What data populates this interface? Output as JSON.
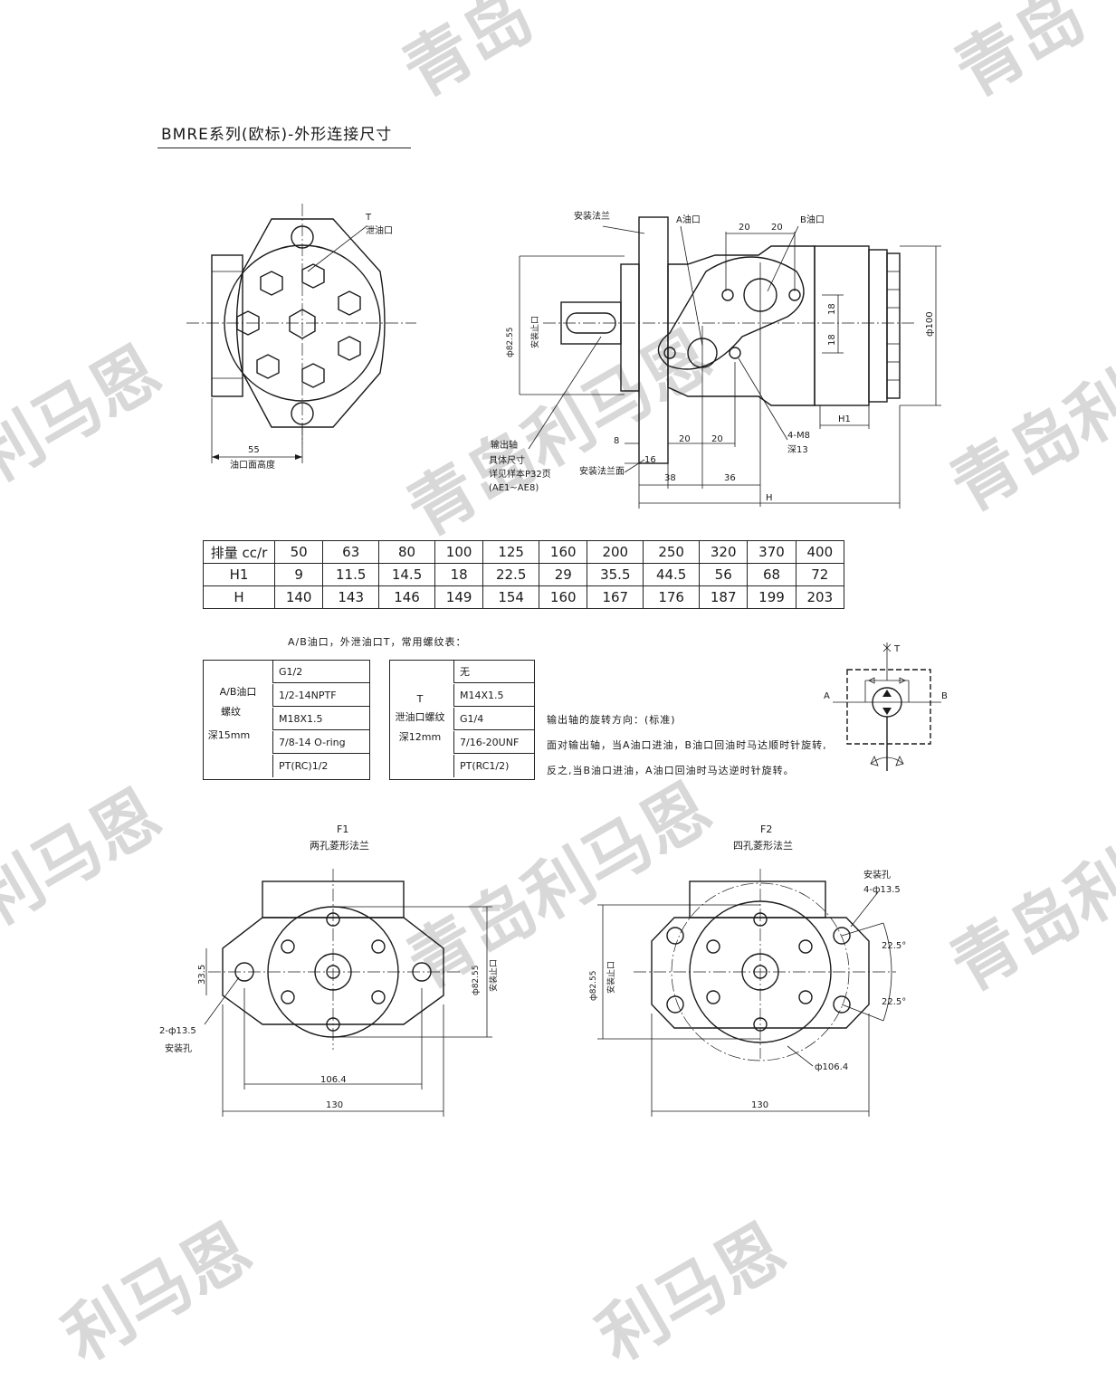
{
  "title": "BMRE系列(欧标)-外形连接尺寸",
  "watermarks": [
    "青岛",
    "青岛",
    "利马恩",
    "青岛利马恩",
    "青岛利",
    "利马恩",
    "青岛利马恩",
    "青岛利",
    "利马恩",
    "利马恩"
  ],
  "front_view": {
    "t_label": "T",
    "t_sublabel": "泄油口",
    "dim_55": "55",
    "oil_face_label": "油口面高度"
  },
  "side_view": {
    "mount_flange": "安装法兰",
    "a_port": "A油口",
    "b_port": "B油口",
    "dim_20_a": "20",
    "dim_20_b": "20",
    "dim_18_a": "18",
    "dim_18_b": "18",
    "dim_100": "ф100",
    "dim_h1": "H1",
    "dim_8": "8",
    "dim_16": "16",
    "dim_20_c": "20",
    "dim_20_d": "20",
    "dim_38": "38",
    "dim_36": "36",
    "dim_h": "H",
    "bolt_label": "4-M8",
    "bolt_depth": "深13",
    "pilot_dim": "ф82.55",
    "pilot_label": "安装止口",
    "output_shaft": "输出轴",
    "shaft_note_1": "具体尺寸",
    "shaft_note_2": "详见样本P32页",
    "shaft_note_3": "(AE1~AE8)",
    "flange_face": "安装法兰面"
  },
  "displacement_table": {
    "rows": [
      [
        "排量 cc/r",
        "50",
        "63",
        "80",
        "100",
        "125",
        "160",
        "200",
        "250",
        "320",
        "370",
        "400"
      ],
      [
        "H1",
        "9",
        "11.5",
        "14.5",
        "18",
        "22.5",
        "29",
        "35.5",
        "44.5",
        "56",
        "68",
        "72"
      ],
      [
        "H",
        "140",
        "143",
        "146",
        "149",
        "154",
        "160",
        "167",
        "176",
        "187",
        "199",
        "203"
      ]
    ]
  },
  "thread_caption": "A/B油口，外泄油口T，常用螺纹表：",
  "ab_port": {
    "label_1": "A/B油口",
    "label_2": "螺纹",
    "label_3": "深15mm",
    "options": [
      "G1/2",
      "1/2-14NPTF",
      "M18X1.5",
      "7/8-14 O-ring",
      "PT(RC)1/2"
    ]
  },
  "t_port": {
    "label_1": "T",
    "label_2": "泄油口螺纹",
    "label_3": "深12mm",
    "options": [
      "无",
      "M14X1.5",
      "G1/4",
      "7/16-20UNF",
      "PT(RC1/2)"
    ]
  },
  "rotation": {
    "line_1": "输出轴的旋转方向：(标准)",
    "line_2": "面对输出轴，当A油口进油，B油口回油时马达顺时针旋转,",
    "line_3": "反之,当B油口进油，A油口回油时马达逆时针旋转。"
  },
  "symbol": {
    "t": "T",
    "a": "A",
    "b": "B"
  },
  "f1": {
    "code": "F1",
    "name": "两孔菱形法兰",
    "dim_335": "33.5",
    "holes": "2-ф13.5",
    "holes_label": "安装孔",
    "dim_1064": "106.4",
    "dim_130": "130",
    "pilot_dim": "ф82.55",
    "pilot_label": "安装止口"
  },
  "f2": {
    "code": "F2",
    "name": "四孔菱形法兰",
    "holes_label": "安装孔",
    "holes": "4-ф13.5",
    "angle_a": "22.5°",
    "angle_b": "22.5°",
    "dim_1064": "ф106.4",
    "dim_130": "130",
    "pilot_dim": "ф82.55",
    "pilot_label": "安装止口"
  }
}
